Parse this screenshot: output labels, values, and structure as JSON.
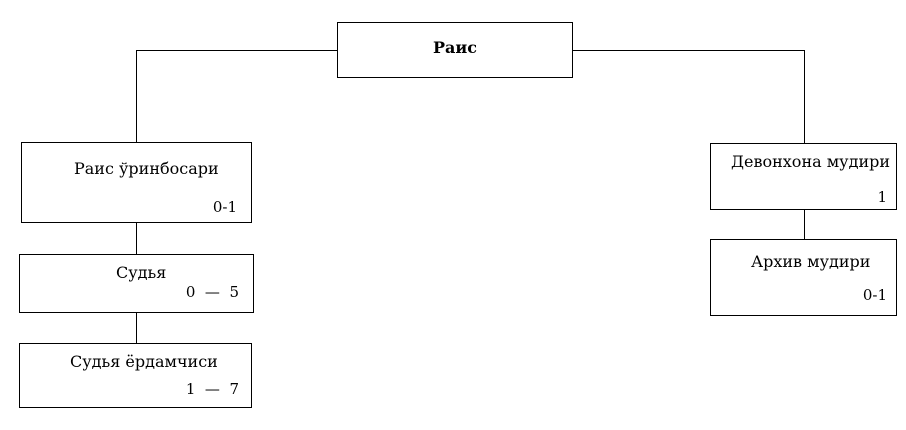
{
  "root": {
    "title": "Раис"
  },
  "left_branch": [
    {
      "title": "Раис ўринбосари",
      "count": "0-1"
    },
    {
      "title": "Судья",
      "count": "0  —  5"
    },
    {
      "title": "Судья ёрдамчиси",
      "count": "1  —  7"
    }
  ],
  "right_branch": [
    {
      "title": "Девонхона мудири",
      "count": "1"
    },
    {
      "title": "Архив мудири",
      "count": "0-1"
    }
  ]
}
